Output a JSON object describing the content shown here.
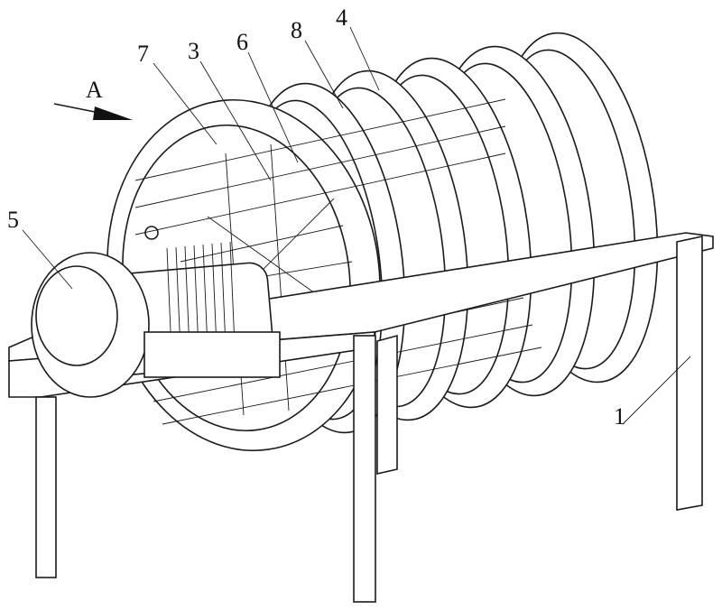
{
  "figure": {
    "view_label": "A",
    "part_labels": {
      "frame": "1",
      "part_3": "3",
      "part_4": "4",
      "motor": "5",
      "part_6": "6",
      "part_7": "7",
      "part_8": "8"
    }
  }
}
